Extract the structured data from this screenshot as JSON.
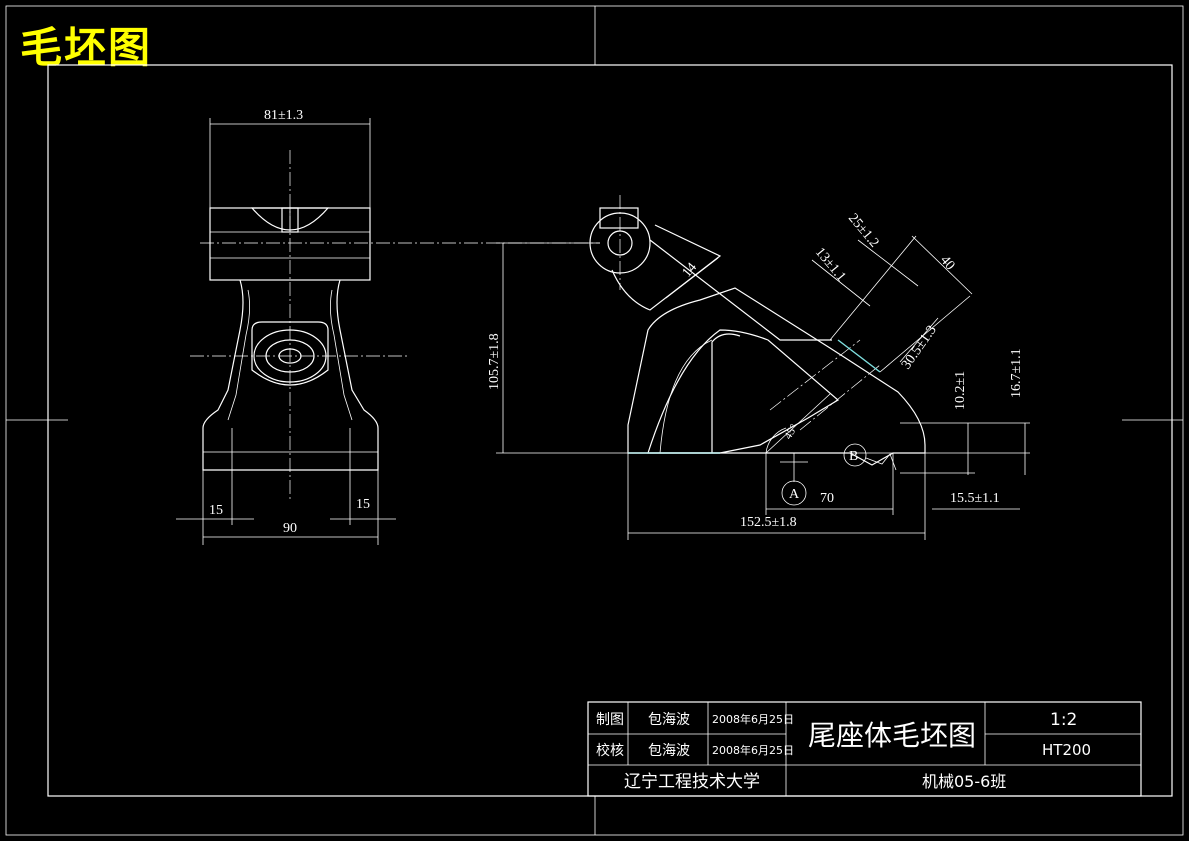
{
  "sheet_title": "毛坯图",
  "front_view": {
    "dim_top_width": "81±1.3",
    "dim_left_step": "15",
    "dim_right_step": "15",
    "dim_bottom_width": "90"
  },
  "side_view": {
    "dim_height": "105.7±1.8",
    "dim_wall": "14",
    "dim_boss_25": "25±1.2",
    "dim_boss_13": "13±1.1",
    "dim_boss_40": "40",
    "dim_boss_30": "30.5±1.3",
    "dim_10_2": "10.2±1",
    "dim_16_7": "16.7±1.1",
    "dim_70": "70",
    "dim_15_5": "15.5±1.1",
    "dim_152_5": "152.5±1.8",
    "angle_label": "45°",
    "datum_a": "A",
    "datum_b": "B"
  },
  "title_block": {
    "row1_role": "制图",
    "row1_name": "包海波",
    "row1_date": "2008年6月25日",
    "row2_role": "校核",
    "row2_name": "包海波",
    "row2_date": "2008年6月25日",
    "part_name": "尾座体毛坯图",
    "scale": "1:2",
    "material": "HT200",
    "school": "辽宁工程技术大学",
    "class": "机械05-6班"
  },
  "colors": {
    "background": "#000000",
    "lines": "#ffffff",
    "title": "#ffff00",
    "highlight": "#7fe0e0"
  }
}
